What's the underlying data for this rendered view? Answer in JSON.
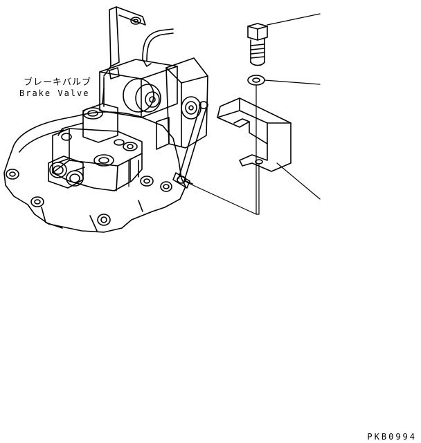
{
  "labels": {
    "part_name_jp": "ブレーキバルブ",
    "part_name_en": "Brake Valve"
  },
  "drawing_code": "PKB0994"
}
